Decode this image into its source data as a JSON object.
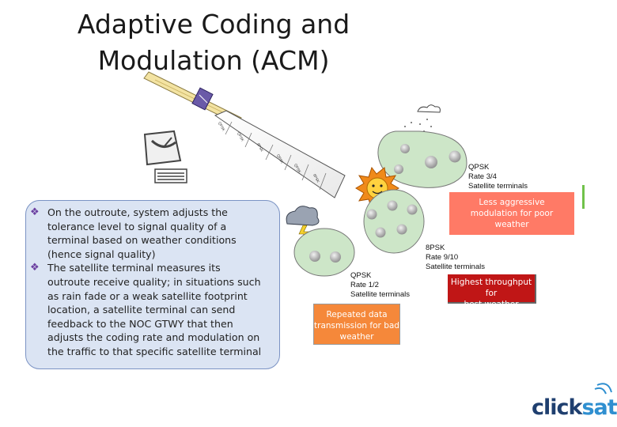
{
  "title": {
    "line1": "Adaptive Coding and",
    "line2": "Modulation (ACM)"
  },
  "bullets": [
    "On the outroute, system adjusts the tolerance level to signal quality of a terminal based on weather conditions (hence signal quality)",
    "The satellite terminal measures its outroute receive quality; in situations such as rain fade or a weak satellite footprint location, a satellite terminal can send feedback to the NOC GTWY that then adjusts the coding rate and modulation on the traffic to that specific satellite terminal"
  ],
  "labels": {
    "qpsk34": {
      "line1": "QPSK",
      "line2": "Rate 3/4",
      "line3": "Satellite terminals"
    },
    "psk8": {
      "line1": "8PSK",
      "line2": "Rate 9/10",
      "line3": "Satellite terminals"
    },
    "qpsk12": {
      "line1": "QPSK",
      "line2": "Rate 1/2",
      "line3": "Satellite terminals"
    }
  },
  "callouts": {
    "less_aggressive": {
      "line1": "Less aggressive",
      "line2": "modulation for poor",
      "line3": "weather"
    },
    "highest": {
      "line1": "Highest throughput for",
      "line2": "best weather"
    },
    "repeated": {
      "line1": "Repeated data",
      "line2": "transmission for bad",
      "line3": "weather"
    }
  },
  "logo": {
    "part1": "click",
    "part2": "sat"
  },
  "colors": {
    "bullet_mark": "#6b3fa0",
    "info_box_fill": "#dbe4f3",
    "cluster_fill": "#cde6c8",
    "callout_less": "#ff7a66",
    "callout_high": "#c01616",
    "callout_repeated": "#f5883a",
    "logo_dark": "#1f3f6f",
    "logo_light": "#2f8fd0"
  },
  "icons": [
    "satellite-icon",
    "ground-station-icon",
    "sun-icon",
    "thunderstorm-cloud-icon",
    "rain-cloud-icon",
    "satellite-dish-icon"
  ]
}
